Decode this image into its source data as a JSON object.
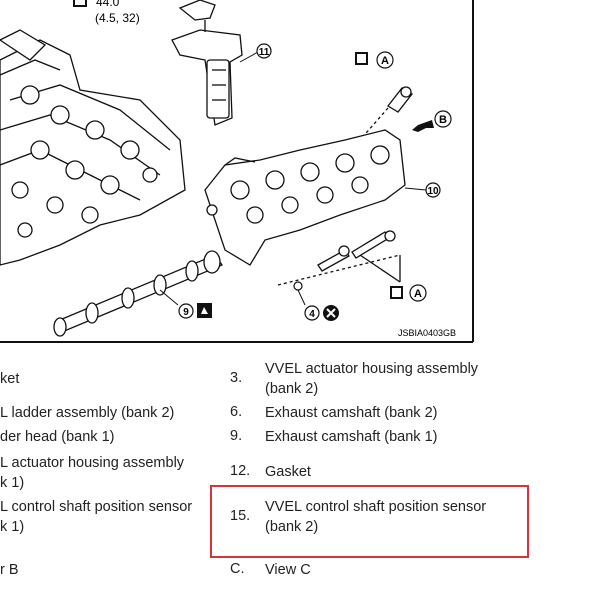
{
  "diagram": {
    "torque_value": "44.0",
    "torque_alt": "(4.5, 32)",
    "figure_code": "JSBIA0403GB",
    "callouts": [
      "11",
      "10",
      "9",
      "4"
    ],
    "symbols": [
      "A",
      "B",
      "A"
    ]
  },
  "legend": {
    "left": [
      {
        "text": "ket"
      },
      {
        "text": "L ladder assembly (bank 2)"
      },
      {
        "text": "der head (bank 1)"
      },
      {
        "text": "L actuator housing assembly"
      },
      {
        "text": "k 1)"
      },
      {
        "text": "L control shaft position sensor"
      },
      {
        "text": "k 1)"
      },
      {
        "text": "r B"
      }
    ],
    "right": [
      {
        "num": "3.",
        "line1": "VVEL actuator housing assembly",
        "line2": "(bank 2)"
      },
      {
        "num": "6.",
        "line1": "Exhaust camshaft (bank 2)"
      },
      {
        "num": "9.",
        "line1": "Exhaust camshaft (bank 1)"
      },
      {
        "num": "12.",
        "line1": "Gasket"
      },
      {
        "num": "15.",
        "line1": "VVEL control shaft position sensor",
        "line2": "(bank 2)"
      },
      {
        "num": "C.",
        "line1": "View C"
      }
    ]
  },
  "colors": {
    "highlight": "#d9333a",
    "line": "#111111"
  }
}
